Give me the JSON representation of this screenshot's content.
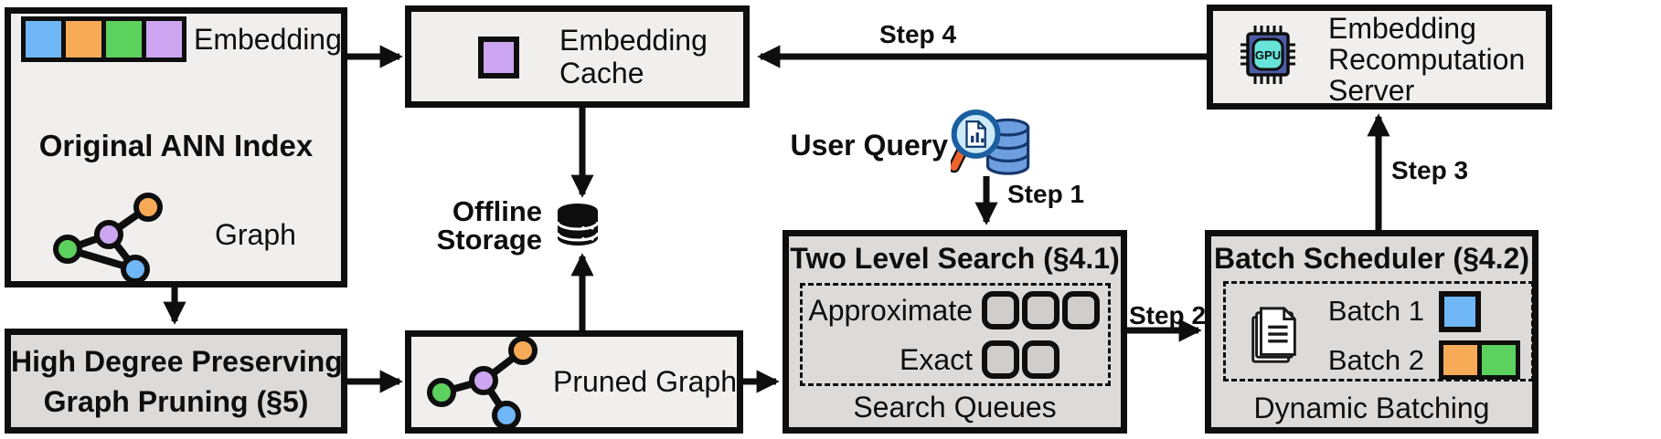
{
  "palette": {
    "blue": "#6fb7f7",
    "orange": "#f8ab57",
    "green": "#5dd15d",
    "purple": "#cda6f2",
    "light_box": "#f0efee",
    "gray_box": "#dcdbda",
    "ink": "#0e0e0e",
    "queue_fill": "#cfcecd",
    "query_db_blue": "#6d9ee0",
    "query_db_outline": "#16386b",
    "magnifier_ring": "#1b5fa0",
    "magnifier_lens": "#cdeaf8",
    "magnifier_handle": "#f2622d",
    "gpu_chip_body": "#4c5ca6",
    "gpu_chip_inner": "#68e3d8"
  },
  "embedding_colors": [
    "#6fb7f7",
    "#f8ab57",
    "#5dd15d",
    "#cda6f2"
  ],
  "batch1_color": "#6fb7f7",
  "batch2_colors": [
    "#f8ab57",
    "#5dd15d"
  ],
  "ann_index": {
    "embedding_label": "Embedding",
    "title": "Original ANN Index",
    "graph_label": "Graph"
  },
  "graph_pruning": {
    "line1": "High Degree Preserving",
    "line2": "Graph Pruning (§5)"
  },
  "embedding_cache": {
    "line1": "Embedding",
    "line2": "Cache"
  },
  "offline_storage": {
    "line1": "Offline",
    "line2": "Storage"
  },
  "pruned_graph": {
    "label": "Pruned Graph"
  },
  "user_query": {
    "label": "User Query"
  },
  "steps": {
    "step1": "Step 1",
    "step2": "Step 2",
    "step3": "Step 3",
    "step4": "Step 4"
  },
  "two_level_search": {
    "title": "Two Level Search (§4.1)",
    "approximate_label": "Approximate",
    "exact_label": "Exact",
    "approximate_queue_count": 3,
    "exact_queue_count": 2,
    "footer": "Search Queues"
  },
  "batch_scheduler": {
    "title": "Batch Scheduler (§4.2)",
    "batch1_label": "Batch 1",
    "batch2_label": "Batch 2",
    "footer": "Dynamic Batching"
  },
  "recomputation_server": {
    "line1": "Embedding",
    "line2": "Recomputation",
    "line3": "Server",
    "gpu_label": "GPU"
  },
  "icons": {
    "embedding_vector": "four-color-embedding-squares",
    "ann_graph": "graph-nodes-icon",
    "cache_entry": "purple-embedding-square",
    "offline_storage": "database-icon",
    "user_query": "magnifier-over-database-icon",
    "search_queue": "rounded-queue-slot",
    "batch_documents": "documents-stack-icon",
    "gpu": "gpu-chip-icon"
  }
}
